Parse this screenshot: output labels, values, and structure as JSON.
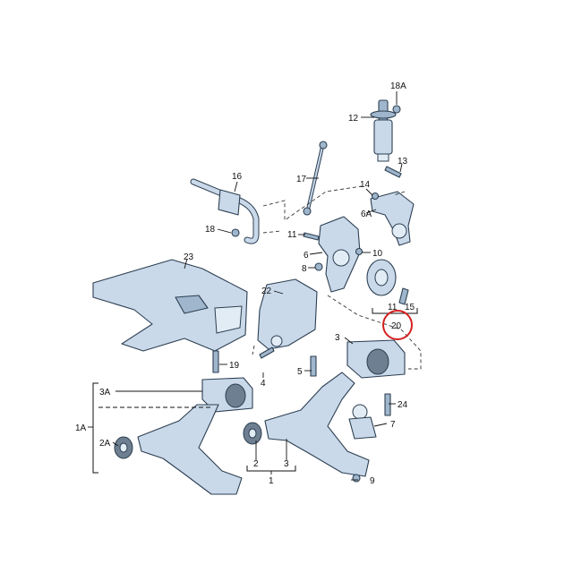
{
  "callouts": {
    "c18A": "18A",
    "c12": "12",
    "c13": "13",
    "c16": "16",
    "c17": "17",
    "c14": "14",
    "c6A": "6A",
    "c18": "18",
    "c11a": "11",
    "c10": "10",
    "c23": "23",
    "c6": "6",
    "c8": "8",
    "c22": "22",
    "c11b": "11",
    "c15": "15",
    "c20": "20",
    "c3": "3",
    "c19": "19",
    "c4": "4",
    "c5": "5",
    "c3A": "3A",
    "c24": "24",
    "c1A": "1A",
    "c7": "7",
    "c2A": "2A",
    "c2": "2",
    "c3b": "3",
    "c1": "1",
    "c9": "9"
  },
  "highlight_color": "#d42020",
  "part_color": "#c9d9ea",
  "outline_color": "#2d3f52"
}
